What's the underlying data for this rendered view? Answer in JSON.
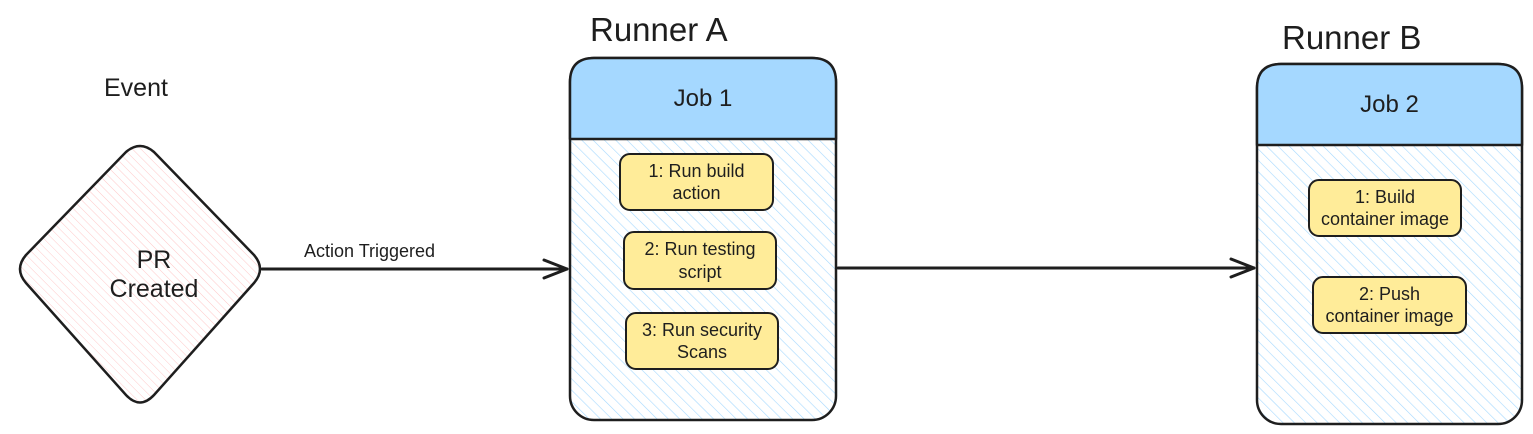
{
  "event": {
    "label": "Event",
    "node_text": "PR\nCreated"
  },
  "edges": [
    {
      "label": "Action Triggered"
    },
    {
      "label": ""
    }
  ],
  "runners": [
    {
      "title": "Runner A",
      "job": "Job 1",
      "steps": [
        "1: Run build\naction",
        "2: Run testing\nscript",
        "3: Run security\nScans"
      ]
    },
    {
      "title": "Runner B",
      "job": "Job 2",
      "steps": [
        "1: Build\ncontainer image",
        "2: Push\ncontainer image"
      ]
    }
  ],
  "colors": {
    "stroke": "#1e1e1e",
    "job_header_fill": "#a5d8ff",
    "runner_hatch": "#a5d8ff",
    "event_hatch": "#ffc9c9",
    "step_fill": "#ffec99"
  }
}
